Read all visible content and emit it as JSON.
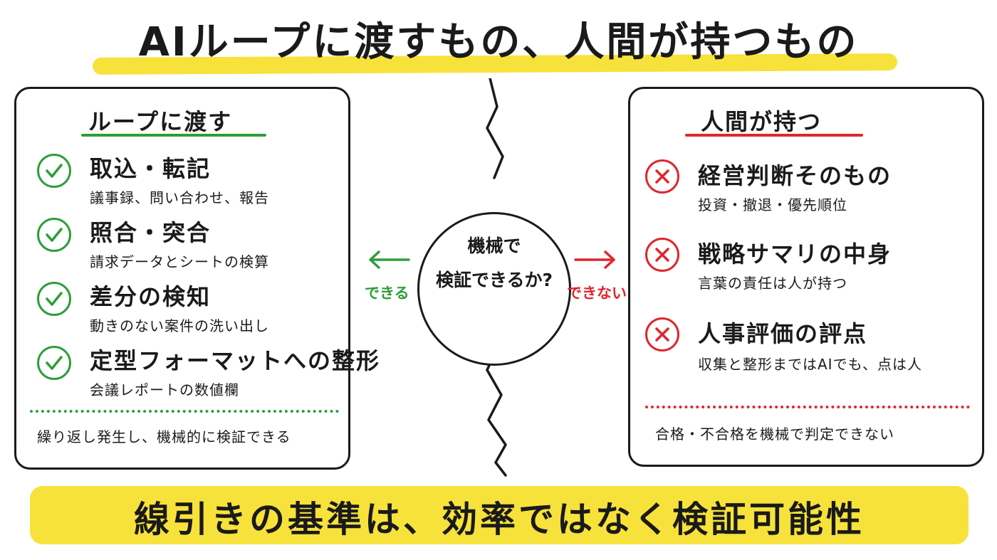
{
  "title": "AIループに渡すもの、人間が持つもの",
  "colors": {
    "highlight": "#f7e23b",
    "green": "#2e9e3a",
    "red": "#e0262d",
    "ink": "#1a1a1a"
  },
  "left": {
    "heading": "ループに渡す",
    "icon": "check-circle-icon",
    "items": [
      {
        "title": "取込・転記",
        "sub": "議事録、問い合わせ、報告"
      },
      {
        "title": "照合・突合",
        "sub": "請求データとシートの検算"
      },
      {
        "title": "差分の検知",
        "sub": "動きのない案件の洗い出し"
      },
      {
        "title": "定型フォーマットへの整形",
        "sub": "会議レポートの数値欄"
      }
    ],
    "footnote": "繰り返し発生し、機械的に検証できる"
  },
  "center": {
    "line1": "機械で",
    "line2": "検証できるか?",
    "left_label": "できる",
    "right_label": "できない"
  },
  "right": {
    "heading": "人間が持つ",
    "icon": "x-circle-icon",
    "items": [
      {
        "title": "経営判断そのもの",
        "sub": "投資・撤退・優先順位"
      },
      {
        "title": "戦略サマリの中身",
        "sub": "言葉の責任は人が持つ"
      },
      {
        "title": "人事評価の評点",
        "sub": "収集と整形まではAIでも、点は人"
      }
    ],
    "footnote": "合格・不合格を機械で判定できない"
  },
  "bottom": "線引きの基準は、効率ではなく検証可能性"
}
